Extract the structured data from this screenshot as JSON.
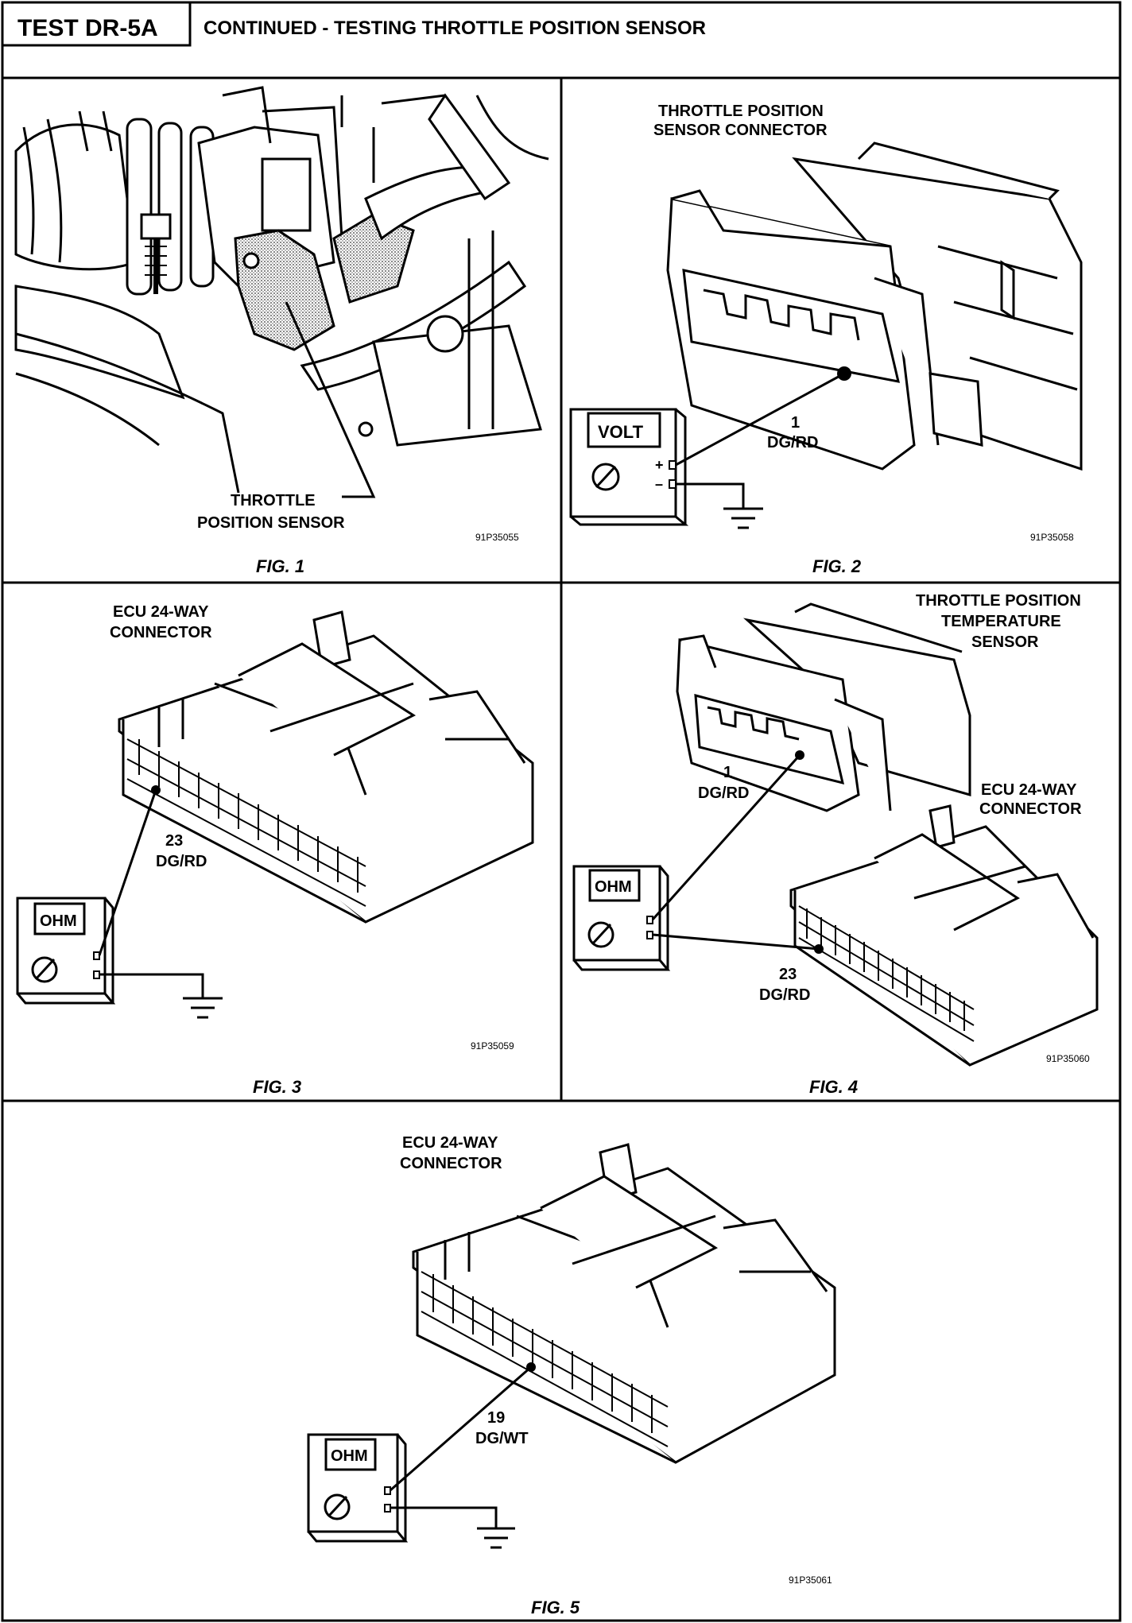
{
  "header": {
    "test_id": "TEST DR-5A",
    "title": "CONTINUED - TESTING THROTTLE POSITION SENSOR"
  },
  "figures": [
    {
      "caption": "FIG. 1",
      "code": "91P35055",
      "labels": [
        "THROTTLE",
        "POSITION SENSOR"
      ]
    },
    {
      "caption": "FIG. 2",
      "code": "91P35058",
      "title_lines": [
        "THROTTLE POSITION",
        "SENSOR CONNECTOR"
      ],
      "meter": "VOLT",
      "pin": "1",
      "wire": "DG/RD",
      "plus": "+",
      "minus": "–"
    },
    {
      "caption": "FIG. 3",
      "code": "91P35059",
      "title_lines": [
        "ECU 24-WAY",
        "CONNECTOR"
      ],
      "meter": "OHM",
      "pin": "23",
      "wire": "DG/RD"
    },
    {
      "caption": "FIG. 4",
      "code": "91P35060",
      "title_lines": [
        "THROTTLE  POSITION",
        "TEMPERATURE",
        "SENSOR"
      ],
      "title2_lines": [
        "ECU 24-WAY",
        "CONNECTOR"
      ],
      "meter": "OHM",
      "pin_a": "1",
      "wire_a": "DG/RD",
      "pin_b": "23",
      "wire_b": "DG/RD"
    },
    {
      "caption": "FIG. 5",
      "code": "91P35061",
      "title_lines": [
        "ECU 24-WAY",
        "CONNECTOR"
      ],
      "meter": "OHM",
      "pin": "19",
      "wire": "DG/WT"
    }
  ]
}
